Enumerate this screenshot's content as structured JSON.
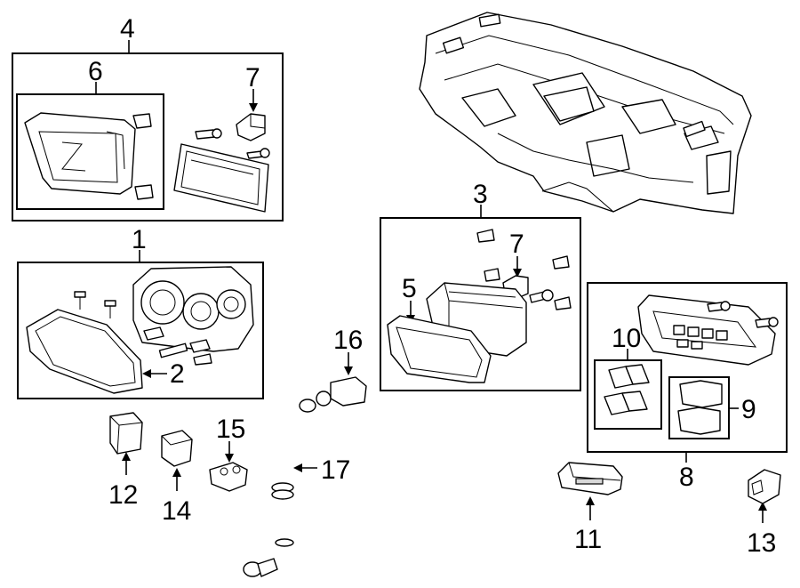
{
  "callouts": {
    "c1": "1",
    "c2": "2",
    "c3": "3",
    "c4": "4",
    "c5": "5",
    "c6": "6",
    "c7a": "7",
    "c7b": "7",
    "c8": "8",
    "c9": "9",
    "c10": "10",
    "c11": "11",
    "c12": "12",
    "c13": "13",
    "c14": "14",
    "c15": "15",
    "c16": "16",
    "c17": "17"
  }
}
